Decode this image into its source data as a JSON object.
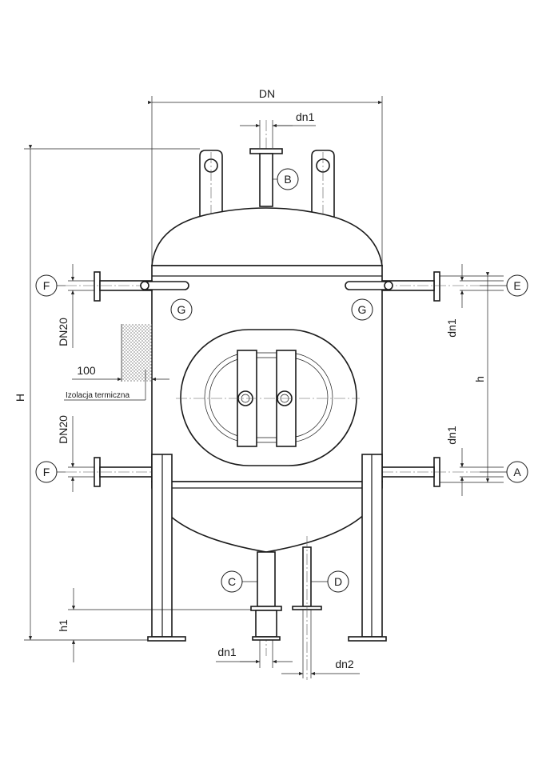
{
  "dimensions": {
    "DN": "DN",
    "dn1": "dn1",
    "dn2": "dn2",
    "H": "H",
    "h": "h",
    "h1": "h1",
    "DN20": "DN20",
    "offset_100": "100",
    "insulation": "Izolacja termiczna"
  },
  "connections": {
    "A": "A",
    "B": "B",
    "C": "C",
    "D": "D",
    "E": "E",
    "F": "F",
    "G": "G"
  }
}
